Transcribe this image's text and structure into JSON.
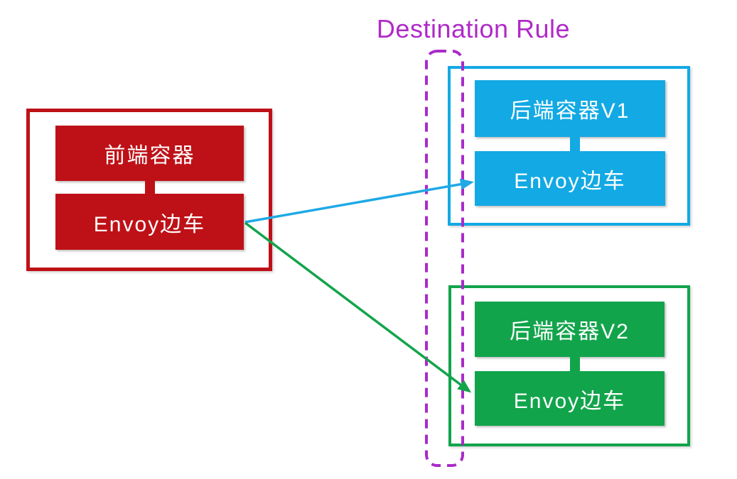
{
  "title": {
    "text": "Destination Rule",
    "color": "#B02AC8"
  },
  "boundary": {
    "label": "Destination Rule",
    "color": "#AA2ACA",
    "style": "dashed-rounded-capsule"
  },
  "nodes": {
    "frontend": {
      "container_label": "前端容器",
      "sidecar_label": "Envoy边车",
      "color": "#BE1117"
    },
    "backend_v1": {
      "container_label": "后端容器V1",
      "sidecar_label": "Envoy边车",
      "color": "#12A9E4"
    },
    "backend_v2": {
      "container_label": "后端容器V2",
      "sidecar_label": "Envoy边车",
      "color": "#12A44B"
    }
  },
  "edges": [
    {
      "from": "frontend.sidecar",
      "to": "backend_v1.sidecar",
      "color": "#1FA9E6"
    },
    {
      "from": "frontend.sidecar",
      "to": "backend_v2.sidecar",
      "color": "#12A44B"
    }
  ]
}
